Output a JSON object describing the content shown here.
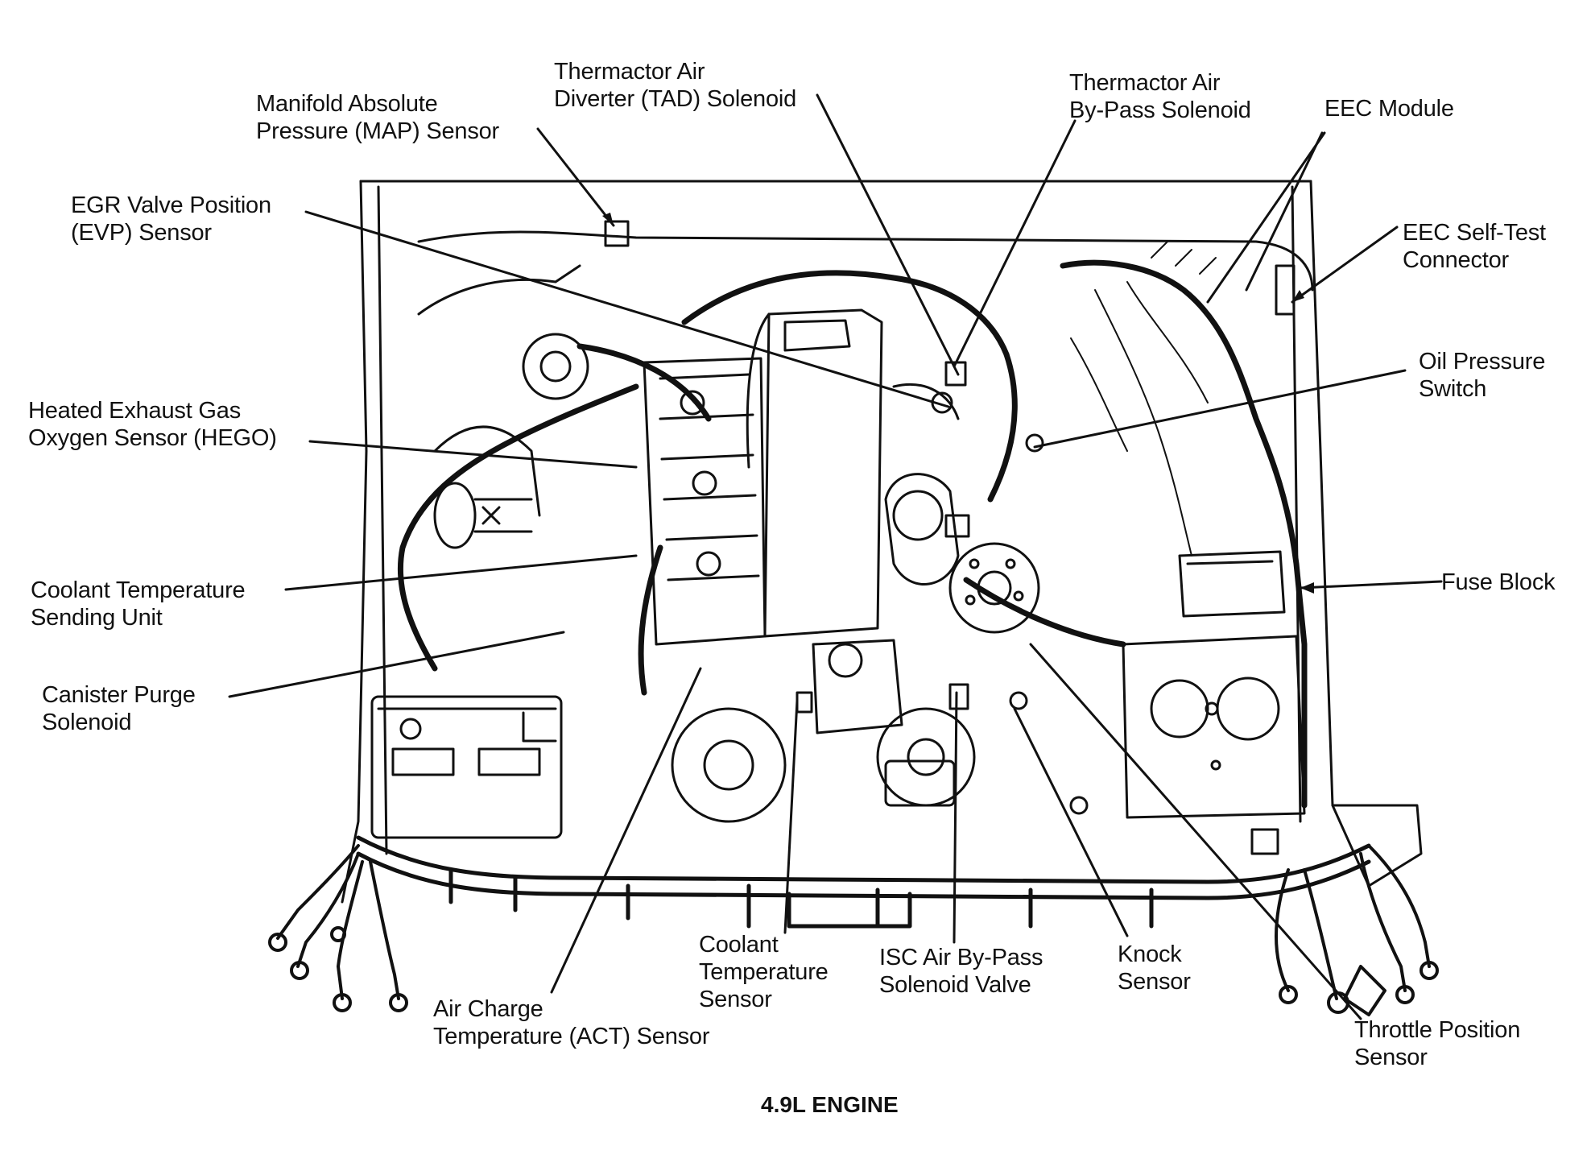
{
  "caption": "4.9L ENGINE",
  "labels": {
    "map": [
      "Manifold Absolute",
      "Pressure (MAP) Sensor"
    ],
    "tad": [
      "Thermactor Air",
      "Diverter (TAD) Solenoid"
    ],
    "tab": [
      "Thermactor Air",
      "By-Pass Solenoid"
    ],
    "eec_module": [
      "EEC Module"
    ],
    "egr": [
      "EGR Valve Position",
      "(EVP) Sensor"
    ],
    "eec_selftest": [
      "EEC Self-Test",
      "Connector"
    ],
    "oil": [
      "Oil Pressure",
      "Switch"
    ],
    "hego": [
      "Heated Exhaust Gas",
      "Oxygen Sensor (HEGO)"
    ],
    "coolant_unit": [
      "Coolant Temperature",
      "Sending Unit"
    ],
    "fuse": [
      "Fuse Block"
    ],
    "canister": [
      "Canister Purge",
      "Solenoid"
    ],
    "coolant_sensor": [
      "Coolant",
      "Temperature",
      "Sensor"
    ],
    "isc": [
      "ISC Air By-Pass",
      "Solenoid Valve"
    ],
    "knock": [
      "Knock",
      "Sensor"
    ],
    "act": [
      "Air Charge",
      "Temperature (ACT) Sensor"
    ],
    "tps": [
      "Throttle Position",
      "Sensor"
    ]
  }
}
